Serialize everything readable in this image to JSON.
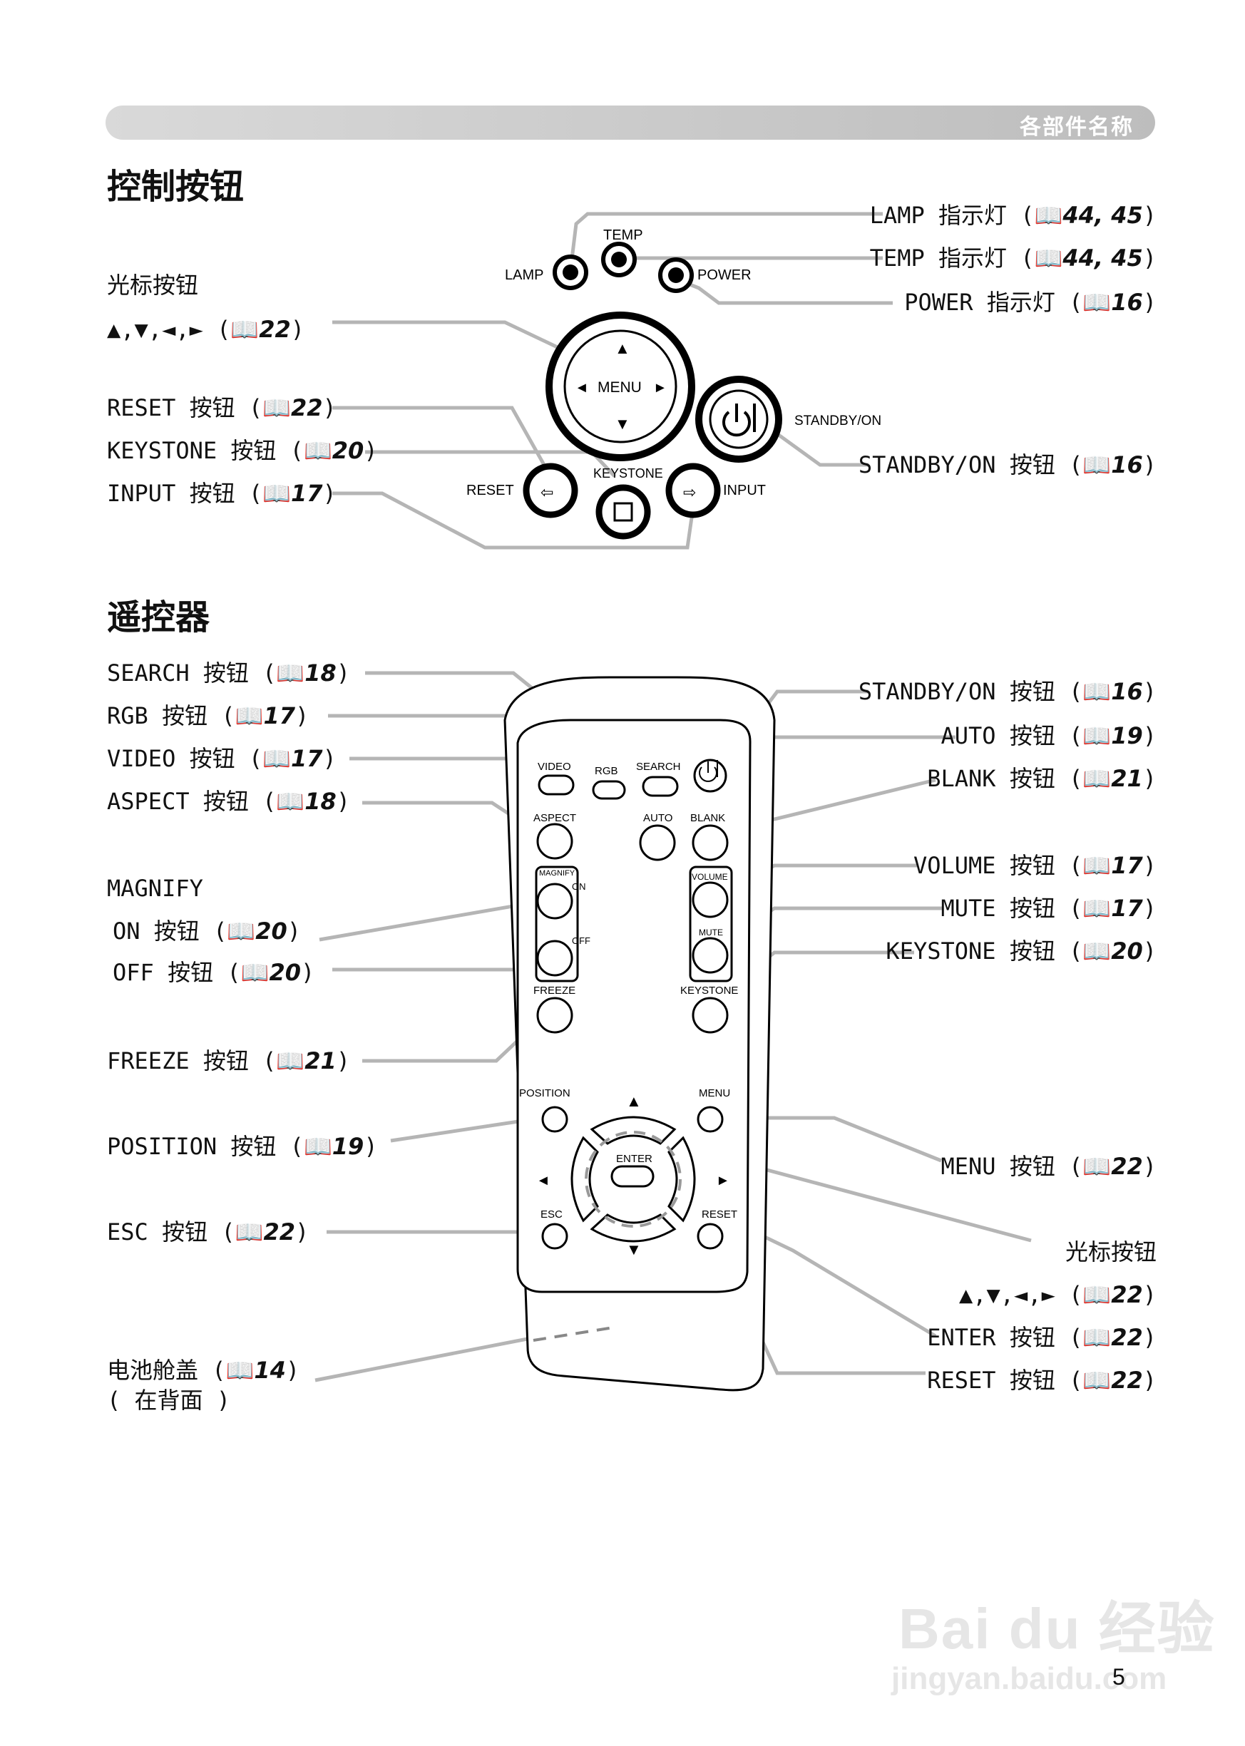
{
  "header": {
    "section_name": "各部件名称"
  },
  "sections": {
    "control_title": "控制按钮",
    "remote_title": "遥控器"
  },
  "control_labels": {
    "lamp": {
      "name": "LAMP 指示灯",
      "ref": "44, 45"
    },
    "temp": {
      "name": "TEMP 指示灯",
      "ref": "44, 45"
    },
    "power": {
      "name": "POWER 指示灯",
      "ref": "16"
    },
    "cursor_title": "光标按钮",
    "cursor": {
      "name": "▲,▼,◄,► ",
      "ref": "22"
    },
    "reset": {
      "name": "RESET 按钮 ",
      "ref": "22"
    },
    "keystone": {
      "name": "KEYSTONE 按钮",
      "ref": "20"
    },
    "input": {
      "name": "INPUT 按钮 ",
      "ref": "17"
    },
    "standby": {
      "name": "STANDBY/ON 按钮 ",
      "ref": "16"
    }
  },
  "control_panel": {
    "lamp": "LAMP",
    "temp": "TEMP",
    "power": "POWER",
    "menu": "MENU",
    "standby": "STANDBY/ON",
    "reset": "RESET",
    "keystone": "KEYSTONE",
    "input": "INPUT"
  },
  "remote_labels": {
    "search": {
      "name": "SEARCH 按钮 ",
      "ref": "18"
    },
    "rgb": {
      "name": "RGB 按钮 ",
      "ref": "17"
    },
    "video": {
      "name": "VIDEO 按钮 ",
      "ref": "17"
    },
    "aspect": {
      "name": "ASPECT 按钮 ",
      "ref": "18"
    },
    "magnify_title": "MAGNIFY",
    "magnify_on": {
      "name": "ON 按钮 ",
      "ref": "20"
    },
    "magnify_off": {
      "name": "OFF 按钮 ",
      "ref": "20"
    },
    "freeze": {
      "name": "FREEZE 按钮 ",
      "ref": "21"
    },
    "position": {
      "name": "POSITION 按钮 ",
      "ref": "19"
    },
    "esc": {
      "name": "ESC 按钮 ",
      "ref": "22"
    },
    "battery": {
      "name": "电池舱盖 ",
      "ref": "14"
    },
    "battery_note": "( 在背面 )",
    "standby": {
      "name": "STANDBY/ON 按钮 ",
      "ref": "16"
    },
    "auto": {
      "name": "AUTO 按钮 ",
      "ref": "19"
    },
    "blank": {
      "name": "BLANK 按钮 ",
      "ref": "21"
    },
    "volume": {
      "name": "VOLUME 按钮 ",
      "ref": "17"
    },
    "mute": {
      "name": "MUTE 按钮 ",
      "ref": "17"
    },
    "keystone": {
      "name": "KEYSTONE 按钮 ",
      "ref": "20"
    },
    "menu": {
      "name": "MENU 按钮 ",
      "ref": "22"
    },
    "cursor_title": "光标按钮",
    "cursor": {
      "name": "▲,▼,◄,► ",
      "ref": "22"
    },
    "enter": {
      "name": "ENTER 按钮 ",
      "ref": "22"
    },
    "reset": {
      "name": "RESET 按钮 ",
      "ref": "22"
    }
  },
  "remote_buttons": {
    "video": "VIDEO",
    "rgb": "RGB",
    "search": "SEARCH",
    "aspect": "ASPECT",
    "auto": "AUTO",
    "blank": "BLANK",
    "magnify": "MAGNIFY",
    "on": "ON",
    "off": "OFF",
    "volume": "VOLUME",
    "mute": "MUTE",
    "freeze": "FREEZE",
    "keystone": "KEYSTONE",
    "position": "POSITION",
    "menu": "MENU",
    "enter": "ENTER",
    "esc": "ESC",
    "reset": "RESET"
  },
  "page_number": "5",
  "watermark": {
    "brand": "Bai du 经验",
    "url": "jingyan.baidu.com"
  },
  "colors": {
    "book_icon": "#1560a8",
    "header_bar": "#c8c8c8",
    "leader_line": "#b5b5b5"
  }
}
